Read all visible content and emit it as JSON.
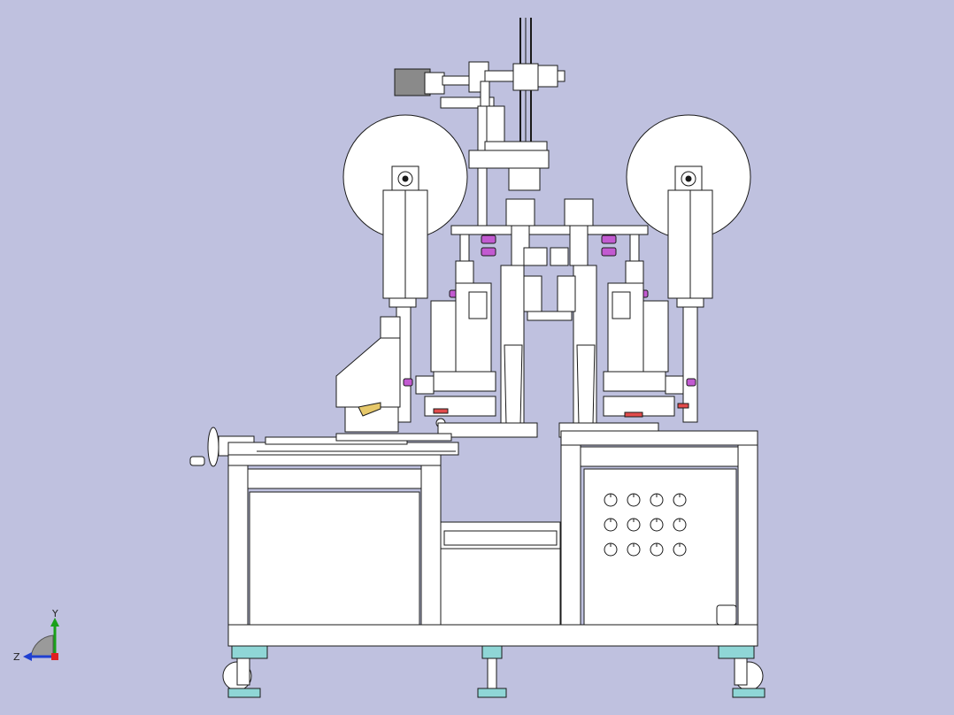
{
  "viewport": {
    "background": "#bfc1df",
    "line_color": "#1a1a1a",
    "fill_color": "#ffffff",
    "accent_magenta": "#c25ad1",
    "accent_red": "#e24b4b",
    "accent_teal": "#8fd6d6",
    "accent_yellow": "#e6c86a"
  },
  "triad": {
    "y_label": "Y",
    "z_label": "Z",
    "x_color": "#e02020",
    "y_color": "#1aa01a",
    "z_color": "#1f3fd1"
  },
  "control_panel": {
    "knob_rows": 3,
    "knob_cols": 4
  }
}
